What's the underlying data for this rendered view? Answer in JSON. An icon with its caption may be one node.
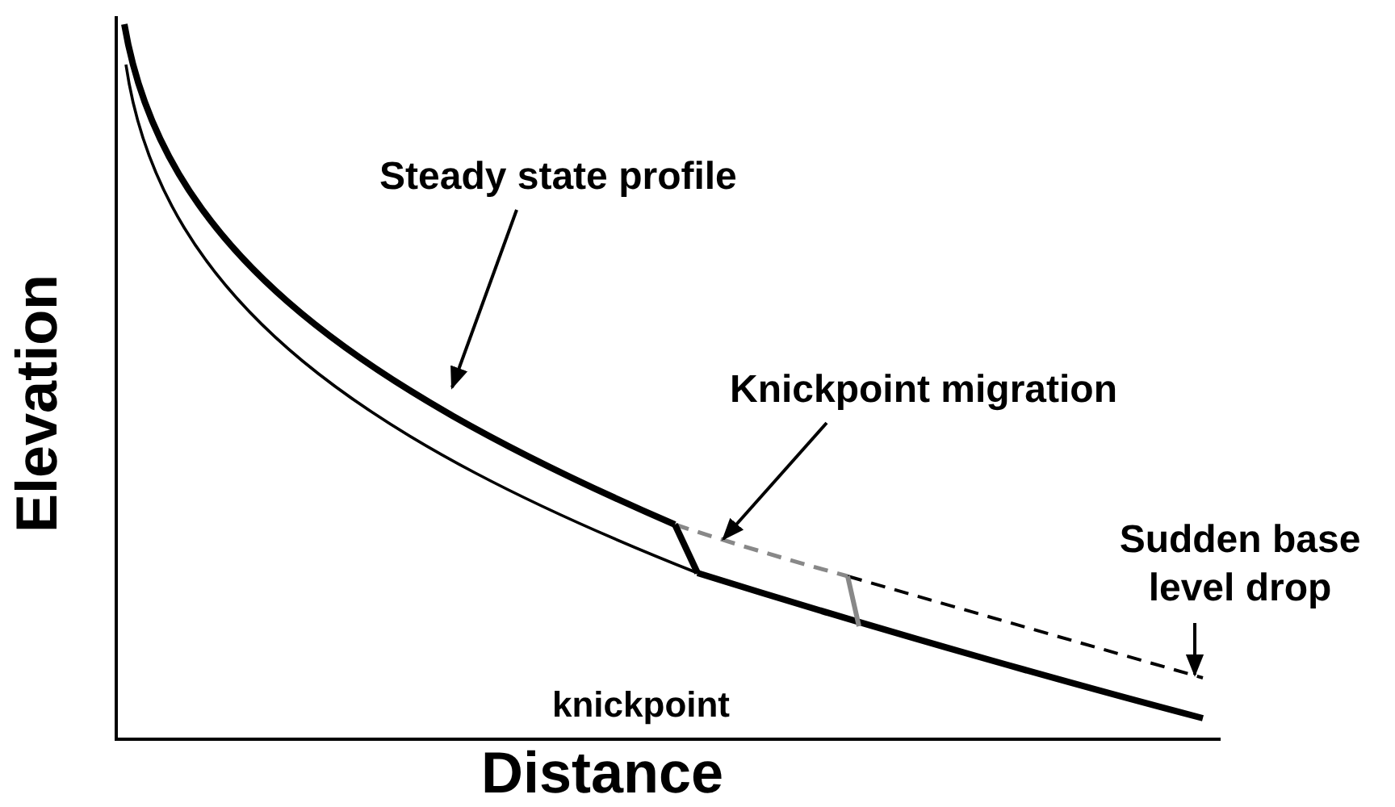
{
  "diagram": {
    "nodes": [
      {
        "text": [
          "Steady state profile"
        ]
      },
      {
        "text": [
          "Knickpoint migration"
        ]
      },
      {
        "text": [
          "Sudden base level drop"
        ]
      }
    ],
    "edges": [
      {
        "from": 0,
        "to": null,
        "arrow": "to"
      },
      {
        "from": 1,
        "to": null,
        "arrow": "to"
      },
      {
        "from": 2,
        "to": null,
        "arrow": "to"
      }
    ],
    "labels": [
      "Elevation",
      "knickpoint",
      "Distance"
    ]
  }
}
